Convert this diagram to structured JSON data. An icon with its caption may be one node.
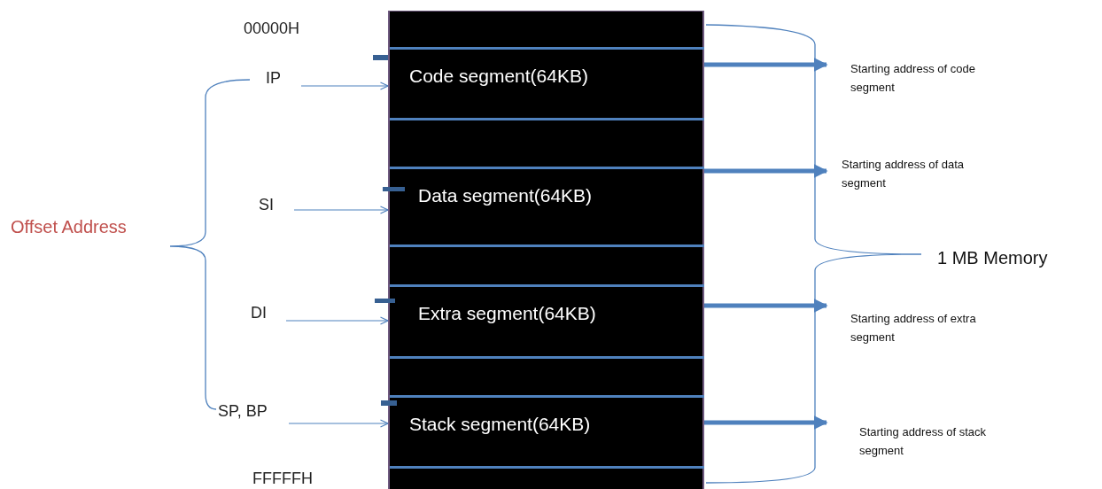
{
  "diagram": {
    "nodes": [
      {
        "text": [],
        "shape": "box"
      },
      {
        "text": [
          "Code segment(64KB)"
        ],
        "in": 0
      },
      {
        "text": [
          "Data segment(64KB)"
        ],
        "in": 0
      },
      {
        "text": [
          "Extra segment(64KB)"
        ],
        "in": 0
      },
      {
        "text": [
          "Stack segment(64KB)"
        ],
        "in": 0
      },
      {
        "text": [
          "IP"
        ]
      },
      {
        "text": [
          "SI"
        ]
      },
      {
        "text": [
          "DI"
        ]
      },
      {
        "text": [
          "SP, BP"
        ]
      },
      {
        "text": [
          "Starting address of code segment"
        ]
      },
      {
        "text": [
          "Starting address of data segment"
        ]
      },
      {
        "text": [
          "Starting address of extra segment"
        ]
      },
      {
        "text": [
          "Starting address of stack segment"
        ]
      }
    ],
    "edges": [
      {
        "from": 5,
        "to": 1,
        "arrow": "to"
      },
      {
        "from": 6,
        "to": 2,
        "arrow": "to"
      },
      {
        "from": 7,
        "to": 3,
        "arrow": "to"
      },
      {
        "from": 8,
        "to": 4,
        "arrow": "to"
      },
      {
        "from": 1,
        "to": 9,
        "arrow": "to",
        "style": "thick"
      },
      {
        "from": 2,
        "to": 10,
        "arrow": "to",
        "style": "thick"
      },
      {
        "from": 3,
        "to": 11,
        "arrow": "to",
        "style": "thick"
      },
      {
        "from": 4,
        "to": 12,
        "arrow": "to",
        "style": "thick"
      }
    ],
    "labels": [
      "00000H",
      "Offset Address",
      "1 MB Memory",
      "FFFFFH"
    ]
  }
}
